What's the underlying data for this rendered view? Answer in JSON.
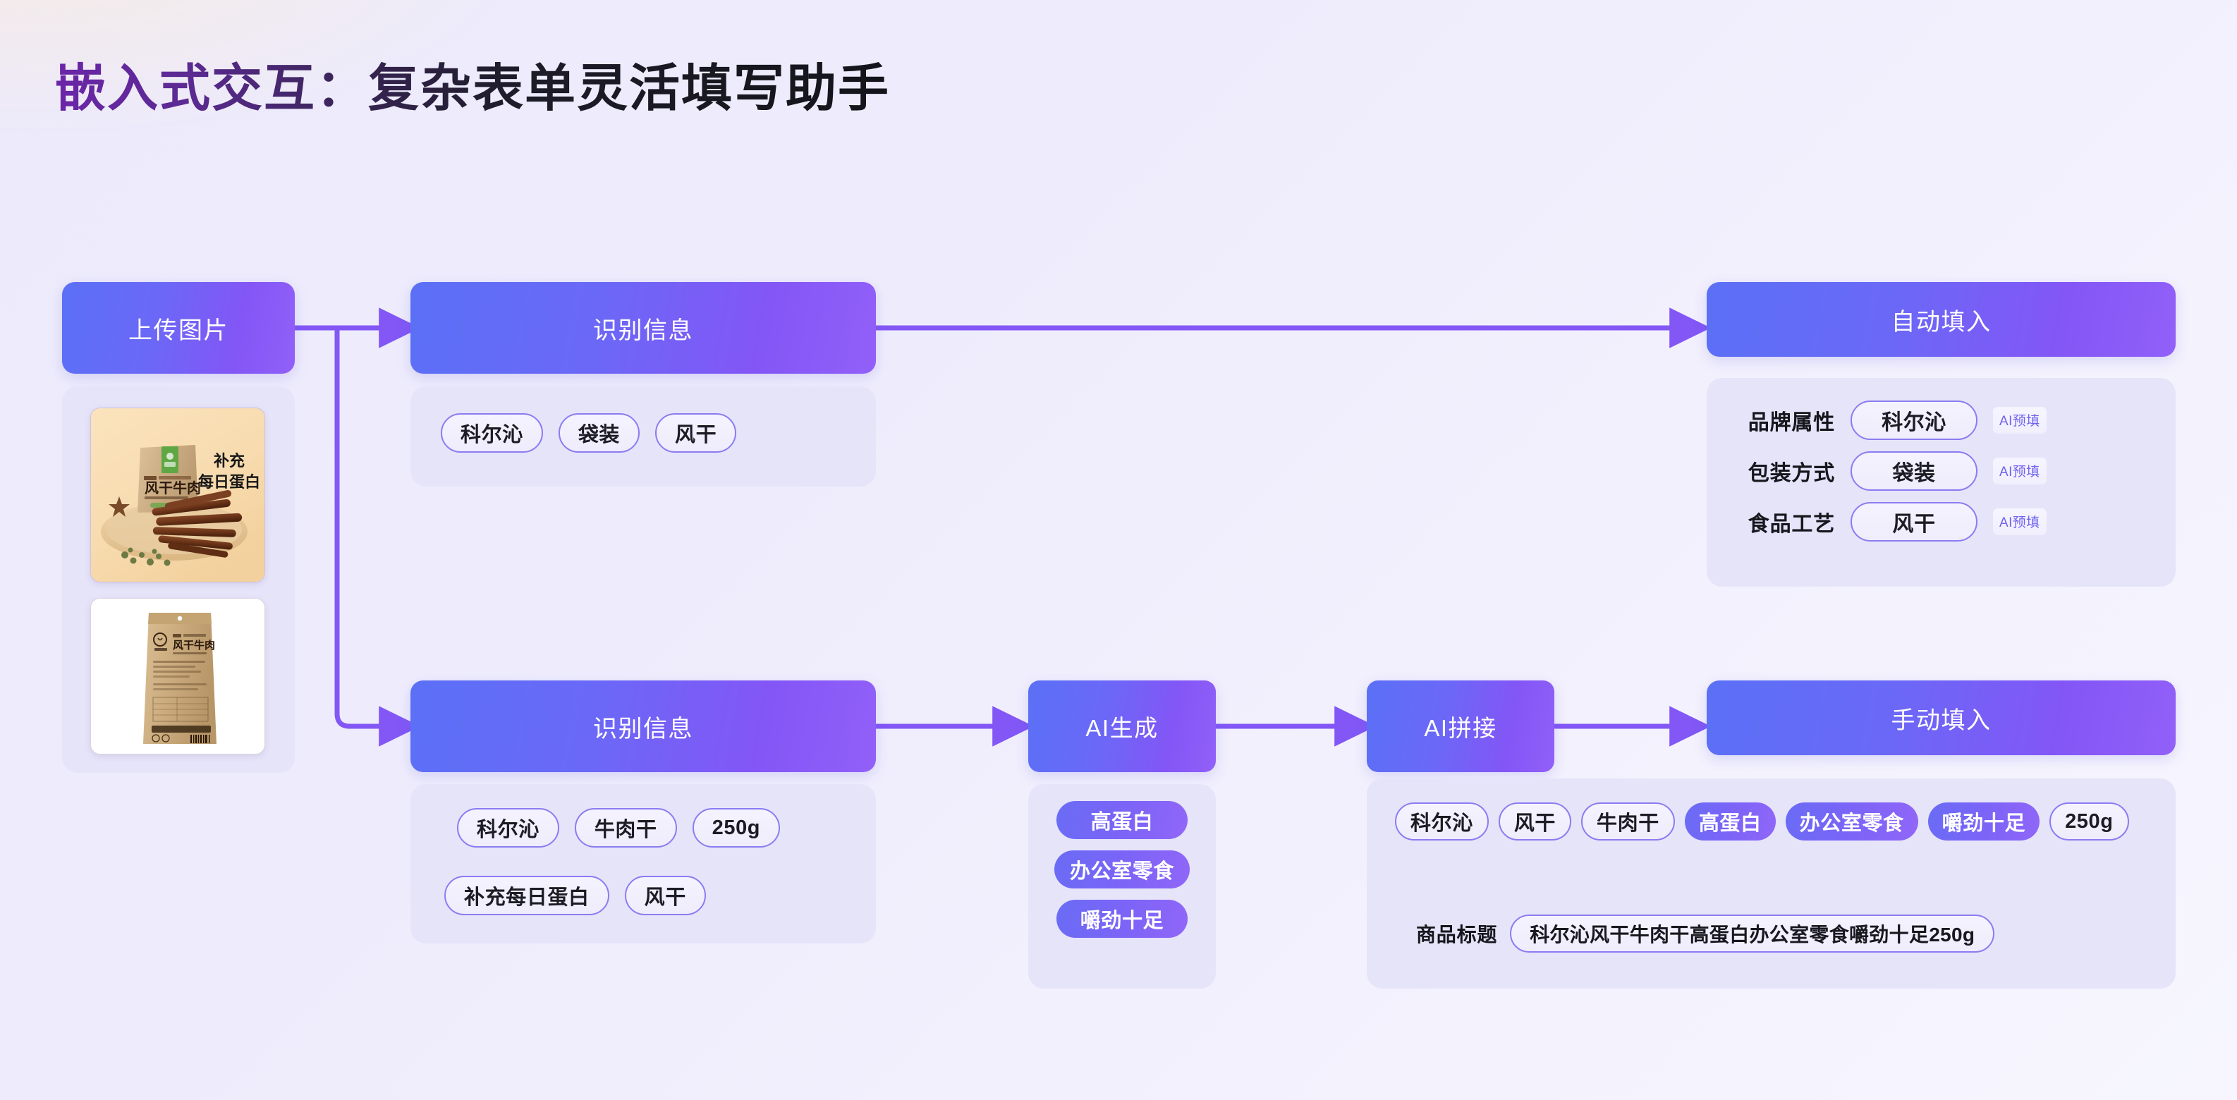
{
  "page": {
    "title": "嵌入式交互：复杂表单灵活填写助手",
    "accent_color": "#8257f5",
    "node_gradient_from": "#5b70f6",
    "node_gradient_to": "#9260f8",
    "background_color": "#eeecfc",
    "panel_color": "#e6e4f9"
  },
  "flow": {
    "upload": {
      "label": "上传图片",
      "images": [
        {
          "alt": "风干牛肉干产品图，补充每日蛋白",
          "caption_line1": "补充",
          "caption_line2": "每日蛋白",
          "pack_brand": "风干牛肉",
          "pack_sub": "AIR-DRIED BEEF JERKY"
        },
        {
          "alt": "风干牛肉干包装袋背面",
          "pack_brand": "风干牛肉",
          "pack_sub": "AIR-DRIED BEEF JERKY"
        }
      ]
    },
    "recognize_top": {
      "label": "识别信息",
      "tags": [
        "科尔沁",
        "袋装",
        "风干"
      ]
    },
    "auto_fill": {
      "label": "自动填入",
      "rows": [
        {
          "label": "品牌属性",
          "value": "科尔沁",
          "badge": "AI预填"
        },
        {
          "label": "包装方式",
          "value": "袋装",
          "badge": "AI预填"
        },
        {
          "label": "食品工艺",
          "value": "风干",
          "badge": "AI预填"
        }
      ]
    },
    "recognize_bottom": {
      "label": "识别信息",
      "tags_row1": [
        "科尔沁",
        "牛肉干",
        "250g"
      ],
      "tags_row2": [
        "补充每日蛋白",
        "风干"
      ]
    },
    "ai_generate": {
      "label": "AI生成",
      "tags": [
        "高蛋白",
        "办公室零食",
        "嚼劲十足"
      ]
    },
    "ai_concat": {
      "label": "AI拼接"
    },
    "manual_fill": {
      "label": "手动填入",
      "tags": [
        {
          "text": "科尔沁",
          "style": "outline"
        },
        {
          "text": "风干",
          "style": "outline"
        },
        {
          "text": "牛肉干",
          "style": "outline"
        },
        {
          "text": "高蛋白",
          "style": "filled"
        },
        {
          "text": "办公室零食",
          "style": "filled"
        },
        {
          "text": "嚼劲十足",
          "style": "filled"
        },
        {
          "text": "250g",
          "style": "outline"
        }
      ],
      "result_label": "商品标题",
      "result_value": "科尔沁风干牛肉干高蛋白办公室零食嚼劲十足250g"
    }
  }
}
